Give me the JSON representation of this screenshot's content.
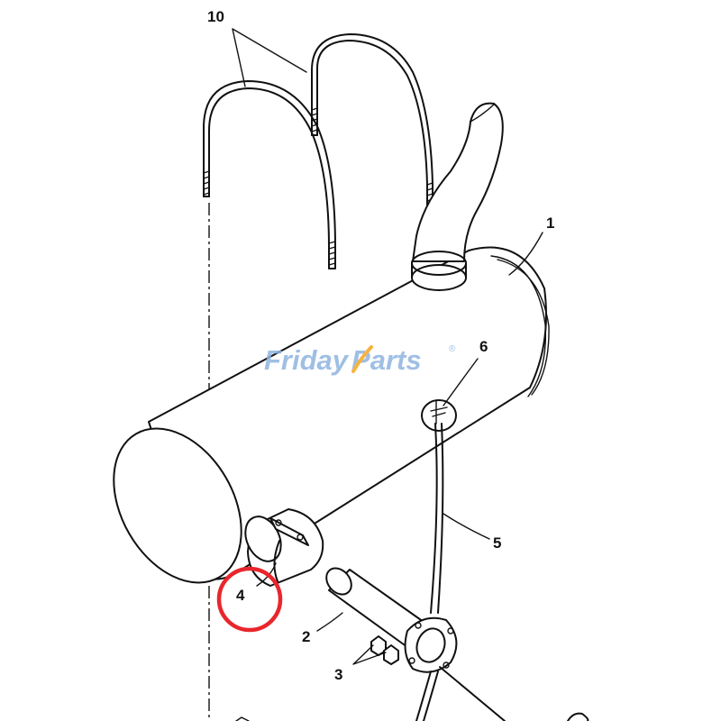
{
  "watermark": {
    "brand_left": "Friday",
    "brand_right": "Parts",
    "reg_mark": "®"
  },
  "callouts": {
    "c1": "1",
    "c2": "2",
    "c3": "3",
    "c4": "4",
    "c5": "5",
    "c6": "6",
    "c10": "10"
  },
  "colors": {
    "line": "#111111",
    "highlight": "#e8262c",
    "watermark_blue": "#8fb4e0",
    "watermark_orange": "#f5a623"
  },
  "highlighted_part": "4"
}
